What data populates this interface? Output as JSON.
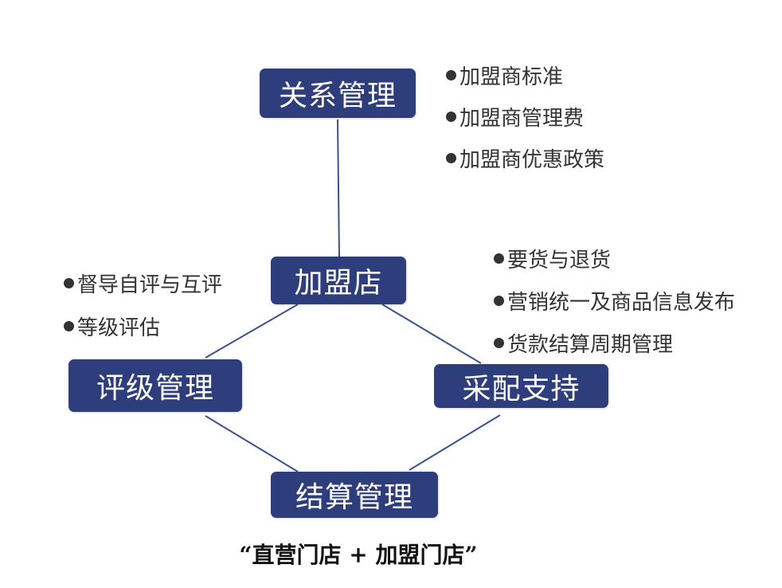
{
  "nodes": {
    "guanxi": "关系管理",
    "jiameng": "加盟店",
    "pingji": "评级管理",
    "caipei": "采配支持",
    "jiesuan": "结算管理"
  },
  "lists": {
    "guanxi": [
      "加盟商标准",
      "加盟商管理费",
      "加盟商优惠政策"
    ],
    "pingji": [
      "督导自评与互评",
      "等级评估"
    ],
    "caipei": [
      "要货与退货",
      "营销统一及商品信息发布",
      "货款结算周期管理"
    ]
  },
  "caption": "“直营门店 + 加盟门店”",
  "colors": {
    "node_fill": "#2e3d7c",
    "connector": "#3b5291",
    "text": "#333333"
  }
}
